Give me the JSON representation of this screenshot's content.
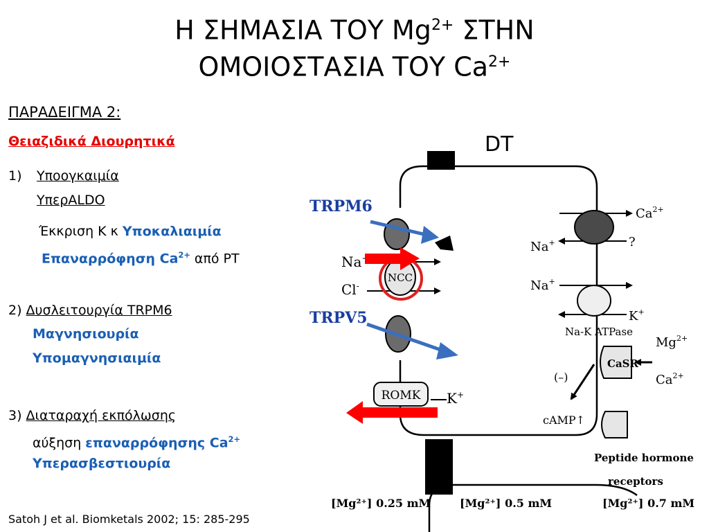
{
  "title": {
    "line1_a": "Η ΣΗΜΑΣΙΑ ΤΟΥ Mg",
    "line1_sup": "2+",
    "line1_b": " ΣΤΗΝ",
    "line2_a": "ΟΜΟΙΟΣΤΑΣΙΑ ΤΟΥ Ca",
    "line2_sup": "2+"
  },
  "left": {
    "example": "ΠΑΡΑΔΕΙΓΜΑ 2:",
    "drug": "Θειαζιδικά Διουρητικά",
    "item1_num": "1)",
    "item1_a": "Υποογκαιμία",
    "item1_b": "ΥπερALDO",
    "item1_c1": "Έκκριση Κ κ ",
    "item1_c2": "Υποκαλιαιμία",
    "item1_d1": "Επαναρρόφηση Ca",
    "item1_d_sup": "2+",
    "item1_d2": " από PT",
    "item2_num": "2) ",
    "item2_a": "Δυσλειτουργία TRPM6",
    "item2_b": "Μαγνησιουρία",
    "item2_c": "Υπομαγνησιαιμία",
    "item3_num": "3) ",
    "item3_a": "Διαταραχή εκπόλωσης",
    "item3_b1": "αύξηση ",
    "item3_b2": "επαναρρόφησης Ca",
    "item3_b_sup": "2+",
    "item3_c": "Υπερασβεστιουρία",
    "citation": "Satoh J et al. Biomketals 2002; 15: 285-295"
  },
  "diagram": {
    "segment": "DT",
    "trpm6": "TRPM6",
    "trpv5": "TRPV5",
    "ncc": "NCC",
    "romk": "ROMK",
    "na": "Na",
    "na_sup": "+",
    "cl": "Cl",
    "cl_sup": "-",
    "k": "K",
    "k_sup": "+",
    "ca": "Ca",
    "ca_sup": "2+",
    "mg": "Mg",
    "mg_sup": "2+",
    "question": "?",
    "nak_atpase": "Na-K ATPase",
    "casr": "CaSR",
    "minus": "(–)",
    "camp": "cAMP↑",
    "peptide1": "Peptide hormone",
    "peptide2": "receptors",
    "conc1": "[Mg²⁺] 0.25 mM",
    "conc2": "[Mg²⁺] 0.5 mM",
    "conc3": "[Mg²⁺] 0.7 mM",
    "colors": {
      "red_arrow": "#ff0000",
      "blue_arrow": "#3a6fc0",
      "ncc_circle": "#e02020"
    }
  }
}
